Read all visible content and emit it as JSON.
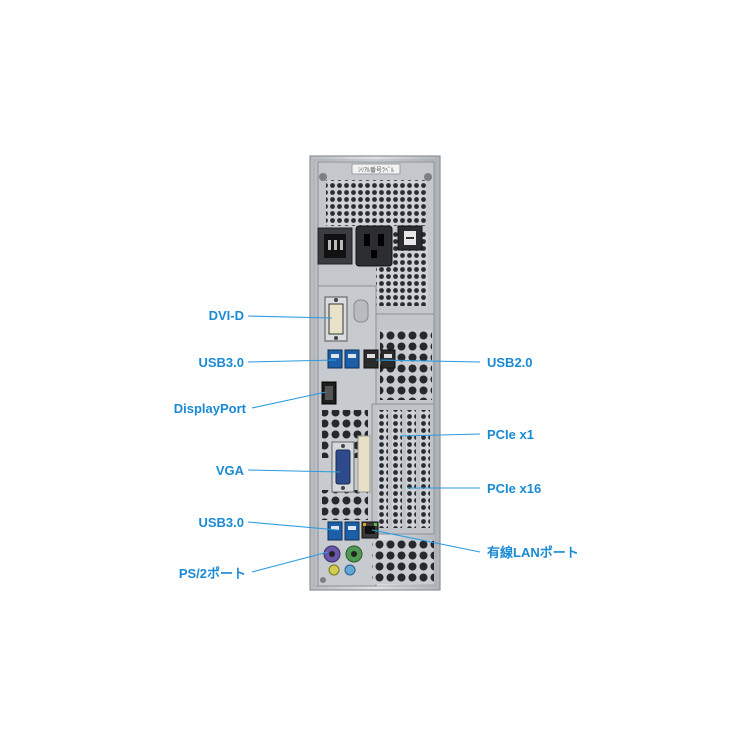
{
  "colors": {
    "label": "#1a8ad4",
    "leader": "#2a9be0"
  },
  "labels": {
    "dvi_d": "DVI-D",
    "usb30_top": "USB3.0",
    "displayport": "DisplayPort",
    "vga": "VGA",
    "usb30_bottom": "USB3.0",
    "ps2": "PS/2ポート",
    "usb20": "USB2.0",
    "pcie_x1": "PCIe x1",
    "pcie_x16": "PCIe x16",
    "lan": "有線LANポート"
  },
  "sticker_text": "ｼﾘｱﾙ番号ﾗﾍﾞﾙ"
}
